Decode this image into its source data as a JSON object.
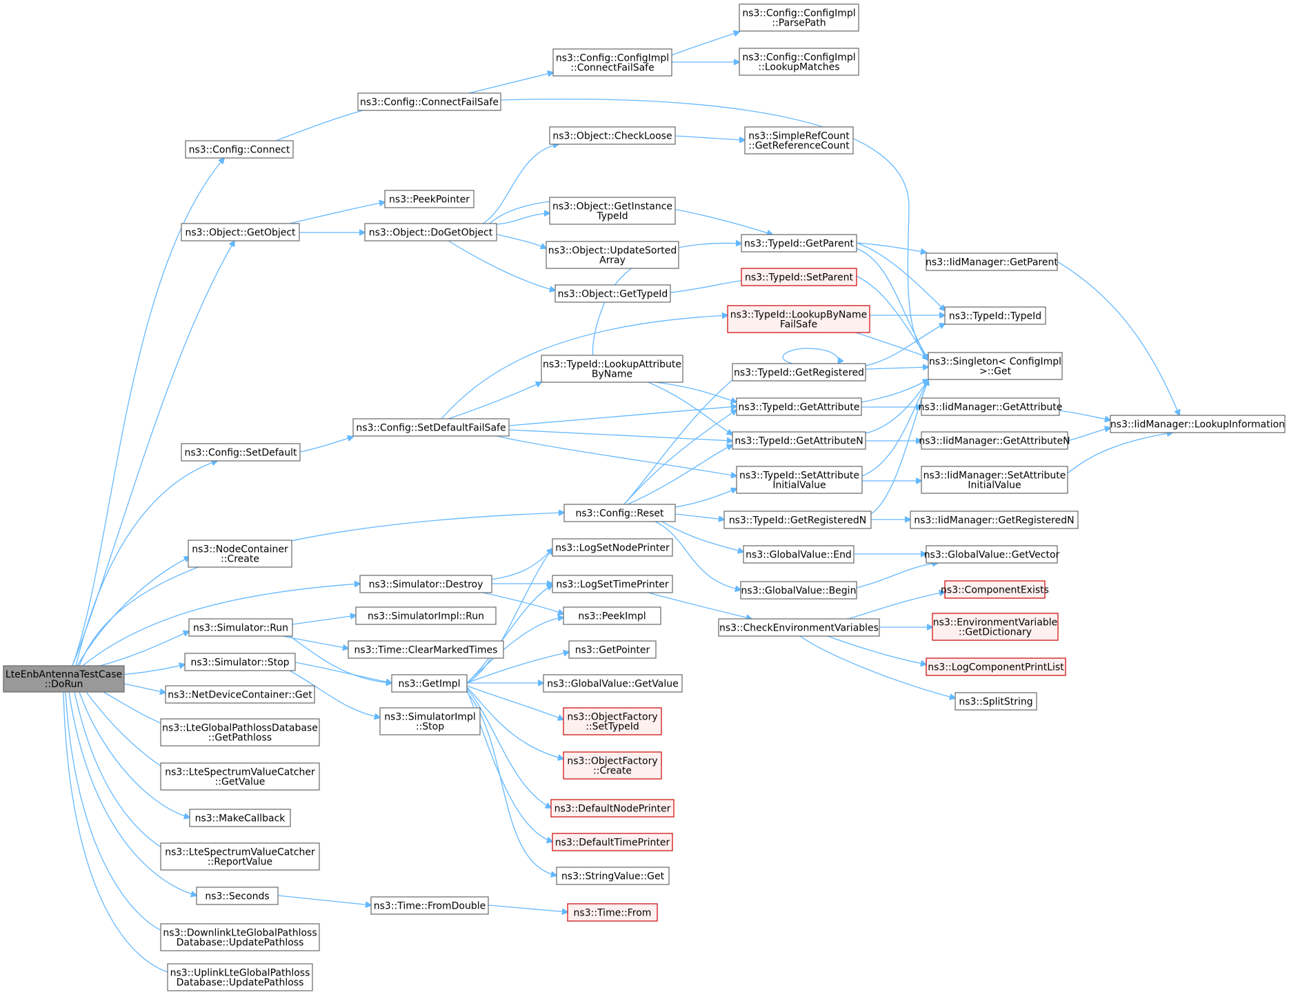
{
  "colors": {
    "edge": "#63b8ff",
    "node_border": "#666666",
    "truncated_border": "#cc0000",
    "truncated_fill": "#fff0f0",
    "root_fill": "#999999"
  },
  "nodes": [
    {
      "id": "root",
      "lines": [
        "LteEnbAntennaTestCase",
        "::DoRun"
      ],
      "kind": "root"
    },
    {
      "id": "connect",
      "lines": [
        "ns3::Config::Connect"
      ]
    },
    {
      "id": "connectfs",
      "lines": [
        "ns3::Config::ConnectFailSafe"
      ]
    },
    {
      "id": "impl_connectfs",
      "lines": [
        "ns3::Config::ConfigImpl",
        "::ConnectFailSafe"
      ]
    },
    {
      "id": "impl_parsepath",
      "lines": [
        "ns3::Config::ConfigImpl",
        "::ParsePath"
      ]
    },
    {
      "id": "impl_lookup",
      "lines": [
        "ns3::Config::ConfigImpl",
        "::LookupMatches"
      ]
    },
    {
      "id": "getobject",
      "lines": [
        "ns3::Object::GetObject"
      ]
    },
    {
      "id": "peekpointer",
      "lines": [
        "ns3::PeekPointer"
      ]
    },
    {
      "id": "dogetobject",
      "lines": [
        "ns3::Object::DoGetObject"
      ]
    },
    {
      "id": "checkloose",
      "lines": [
        "ns3::Object::CheckLoose"
      ]
    },
    {
      "id": "simplerefcount",
      "lines": [
        "ns3::SimpleRefCount",
        "::GetReferenceCount"
      ]
    },
    {
      "id": "getinstancetypeid",
      "lines": [
        "ns3::Object::GetInstance",
        "TypeId"
      ]
    },
    {
      "id": "updatesorted",
      "lines": [
        "ns3::Object::UpdateSorted",
        "Array"
      ]
    },
    {
      "id": "obj_gettypeid",
      "lines": [
        "ns3::Object::GetTypeId"
      ]
    },
    {
      "id": "typeid_getparent",
      "lines": [
        "ns3::TypeId::GetParent"
      ]
    },
    {
      "id": "typeid_setparent",
      "lines": [
        "ns3::TypeId::SetParent"
      ],
      "kind": "trunc"
    },
    {
      "id": "iid_getparent",
      "lines": [
        "ns3::IidManager::GetParent"
      ]
    },
    {
      "id": "typeid_lookupbyname",
      "lines": [
        "ns3::TypeId::LookupByName",
        "FailSafe"
      ],
      "kind": "trunc"
    },
    {
      "id": "typeid_typeid",
      "lines": [
        "ns3::TypeId::TypeId"
      ]
    },
    {
      "id": "singleton_get",
      "lines": [
        "ns3::Singleton< ConfigImpl",
        " >::Get"
      ]
    },
    {
      "id": "typeid_lookupattr",
      "lines": [
        "ns3::TypeId::LookupAttribute",
        "ByName"
      ]
    },
    {
      "id": "typeid_getregistered",
      "lines": [
        "ns3::TypeId::GetRegistered"
      ]
    },
    {
      "id": "typeid_getattribute",
      "lines": [
        "ns3::TypeId::GetAttribute"
      ]
    },
    {
      "id": "iid_getattribute",
      "lines": [
        "ns3::IidManager::GetAttribute"
      ]
    },
    {
      "id": "iid_lookupinfo",
      "lines": [
        "ns3::IidManager::LookupInformation"
      ]
    },
    {
      "id": "setdefaultfs",
      "lines": [
        "ns3::Config::SetDefaultFailSafe"
      ]
    },
    {
      "id": "setdefault",
      "lines": [
        "ns3::Config::SetDefault"
      ]
    },
    {
      "id": "typeid_getattributen",
      "lines": [
        "ns3::TypeId::GetAttributeN"
      ]
    },
    {
      "id": "iid_getattributen",
      "lines": [
        "ns3::IidManager::GetAttributeN"
      ]
    },
    {
      "id": "typeid_setattrinit",
      "lines": [
        "ns3::TypeId::SetAttribute",
        "InitialValue"
      ]
    },
    {
      "id": "iid_setattrinit",
      "lines": [
        "ns3::IidManager::SetAttribute",
        "InitialValue"
      ]
    },
    {
      "id": "config_reset",
      "lines": [
        "ns3::Config::Reset"
      ]
    },
    {
      "id": "typeid_getregisteredn",
      "lines": [
        "ns3::TypeId::GetRegisteredN"
      ]
    },
    {
      "id": "iid_getregisteredn",
      "lines": [
        "ns3::IidManager::GetRegisteredN"
      ]
    },
    {
      "id": "nodecontainer_create",
      "lines": [
        "ns3::NodeContainer",
        "::Create"
      ]
    },
    {
      "id": "logsetnodeprinter",
      "lines": [
        "ns3::LogSetNodePrinter"
      ]
    },
    {
      "id": "globalvalue_end",
      "lines": [
        "ns3::GlobalValue::End"
      ]
    },
    {
      "id": "globalvalue_getvector",
      "lines": [
        "ns3::GlobalValue::GetVector"
      ]
    },
    {
      "id": "simulator_destroy",
      "lines": [
        "ns3::Simulator::Destroy"
      ]
    },
    {
      "id": "logsettimeprinter",
      "lines": [
        "ns3::LogSetTimePrinter"
      ]
    },
    {
      "id": "globalvalue_begin",
      "lines": [
        "ns3::GlobalValue::Begin"
      ]
    },
    {
      "id": "componentexists",
      "lines": [
        "ns3::ComponentExists"
      ],
      "kind": "trunc"
    },
    {
      "id": "peekimpl",
      "lines": [
        "ns3::PeekImpl"
      ]
    },
    {
      "id": "simulator_run",
      "lines": [
        "ns3::Simulator::Run"
      ]
    },
    {
      "id": "simimpl_run",
      "lines": [
        "ns3::SimulatorImpl::Run"
      ]
    },
    {
      "id": "checkenv",
      "lines": [
        "ns3::CheckEnvironmentVariables"
      ]
    },
    {
      "id": "envvar_getdict",
      "lines": [
        "ns3::EnvironmentVariable",
        "::GetDictionary"
      ],
      "kind": "trunc"
    },
    {
      "id": "time_clearmarked",
      "lines": [
        "ns3::Time::ClearMarkedTimes"
      ]
    },
    {
      "id": "getpointer",
      "lines": [
        "ns3::GetPointer"
      ]
    },
    {
      "id": "logcomponentprintlist",
      "lines": [
        "ns3::LogComponentPrintList"
      ],
      "kind": "trunc"
    },
    {
      "id": "simulator_stop",
      "lines": [
        "ns3::Simulator::Stop"
      ]
    },
    {
      "id": "getimpl",
      "lines": [
        "ns3::GetImpl"
      ]
    },
    {
      "id": "globalvalue_getvalue",
      "lines": [
        "ns3::GlobalValue::GetValue"
      ]
    },
    {
      "id": "splitstring",
      "lines": [
        "ns3::SplitString"
      ]
    },
    {
      "id": "netdevicecontainer_get",
      "lines": [
        "ns3::NetDeviceContainer::Get"
      ]
    },
    {
      "id": "simimpl_stop",
      "lines": [
        "ns3::SimulatorImpl",
        "::Stop"
      ]
    },
    {
      "id": "objectfactory_settypeid",
      "lines": [
        "ns3::ObjectFactory",
        "::SetTypeId"
      ],
      "kind": "trunc"
    },
    {
      "id": "ltepathlossdb_get",
      "lines": [
        "ns3::LteGlobalPathlossDatabase",
        "::GetPathloss"
      ]
    },
    {
      "id": "objectfactory_create",
      "lines": [
        "ns3::ObjectFactory",
        "::Create"
      ],
      "kind": "trunc"
    },
    {
      "id": "ltespectrum_getvalue",
      "lines": [
        "ns3::LteSpectrumValueCatcher",
        "::GetValue"
      ]
    },
    {
      "id": "defaultnodeprinter",
      "lines": [
        "ns3::DefaultNodePrinter"
      ],
      "kind": "trunc"
    },
    {
      "id": "makecallback",
      "lines": [
        "ns3::MakeCallback"
      ]
    },
    {
      "id": "defaulttimeprinter",
      "lines": [
        "ns3::DefaultTimePrinter"
      ],
      "kind": "trunc"
    },
    {
      "id": "ltespectrum_reportvalue",
      "lines": [
        "ns3::LteSpectrumValueCatcher",
        "::ReportValue"
      ]
    },
    {
      "id": "stringvalue_get",
      "lines": [
        "ns3::StringValue::Get"
      ]
    },
    {
      "id": "seconds",
      "lines": [
        "ns3::Seconds"
      ]
    },
    {
      "id": "time_fromdouble",
      "lines": [
        "ns3::Time::FromDouble"
      ]
    },
    {
      "id": "time_from",
      "lines": [
        "ns3::Time::From"
      ],
      "kind": "trunc"
    },
    {
      "id": "downlink_update",
      "lines": [
        "ns3::DownlinkLteGlobalPathloss",
        "Database::UpdatePathloss"
      ]
    },
    {
      "id": "uplink_update",
      "lines": [
        "ns3::UplinkLteGlobalPathloss",
        "Database::UpdatePathloss"
      ]
    }
  ]
}
